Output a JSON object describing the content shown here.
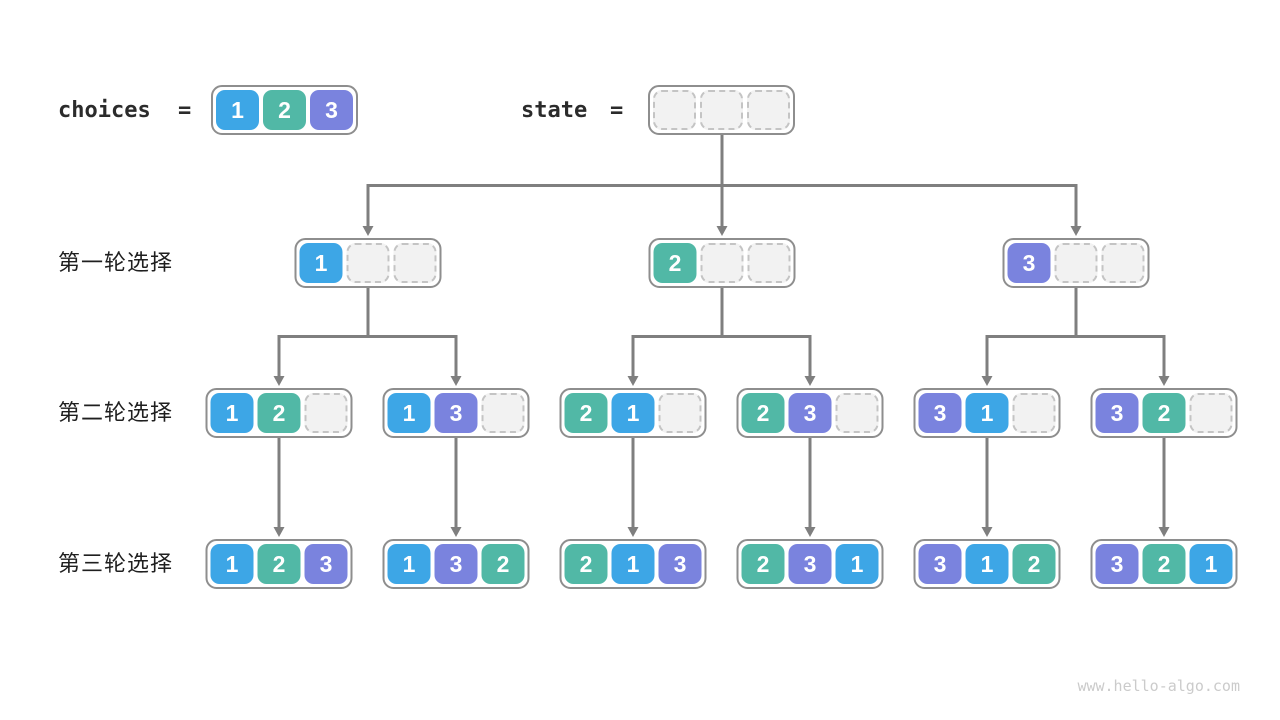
{
  "header": {
    "choices_label": "choices",
    "equals": "=",
    "choices_cells": [
      1,
      2,
      3
    ],
    "state_label": "state",
    "state_cells": [
      null,
      null,
      null
    ]
  },
  "tree": {
    "root": {
      "id": "state",
      "cells": [
        null,
        null,
        null
      ]
    },
    "levels": [
      {
        "label": "第一轮选择",
        "nodes": [
          {
            "id": "n1",
            "parent": "state",
            "cells": [
              1,
              null,
              null
            ]
          },
          {
            "id": "n2",
            "parent": "state",
            "cells": [
              2,
              null,
              null
            ]
          },
          {
            "id": "n3",
            "parent": "state",
            "cells": [
              3,
              null,
              null
            ]
          }
        ]
      },
      {
        "label": "第二轮选择",
        "nodes": [
          {
            "id": "n12",
            "parent": "n1",
            "cells": [
              1,
              2,
              null
            ]
          },
          {
            "id": "n13",
            "parent": "n1",
            "cells": [
              1,
              3,
              null
            ]
          },
          {
            "id": "n21",
            "parent": "n2",
            "cells": [
              2,
              1,
              null
            ]
          },
          {
            "id": "n23",
            "parent": "n2",
            "cells": [
              2,
              3,
              null
            ]
          },
          {
            "id": "n31",
            "parent": "n3",
            "cells": [
              3,
              1,
              null
            ]
          },
          {
            "id": "n32",
            "parent": "n3",
            "cells": [
              3,
              2,
              null
            ]
          }
        ]
      },
      {
        "label": "第三轮选择",
        "nodes": [
          {
            "id": "n123",
            "parent": "n12",
            "cells": [
              1,
              2,
              3
            ]
          },
          {
            "id": "n132",
            "parent": "n13",
            "cells": [
              1,
              3,
              2
            ]
          },
          {
            "id": "n213",
            "parent": "n21",
            "cells": [
              2,
              1,
              3
            ]
          },
          {
            "id": "n231",
            "parent": "n23",
            "cells": [
              2,
              3,
              1
            ]
          },
          {
            "id": "n312",
            "parent": "n31",
            "cells": [
              3,
              1,
              2
            ]
          },
          {
            "id": "n321",
            "parent": "n32",
            "cells": [
              3,
              2,
              1
            ]
          }
        ]
      }
    ]
  },
  "colors": {
    "value_1": "#3da6e6",
    "value_2": "#51b8a6",
    "value_3": "#7a83de",
    "line": "#7f7f7f"
  },
  "footer": {
    "watermark": "www.hello-algo.com"
  }
}
